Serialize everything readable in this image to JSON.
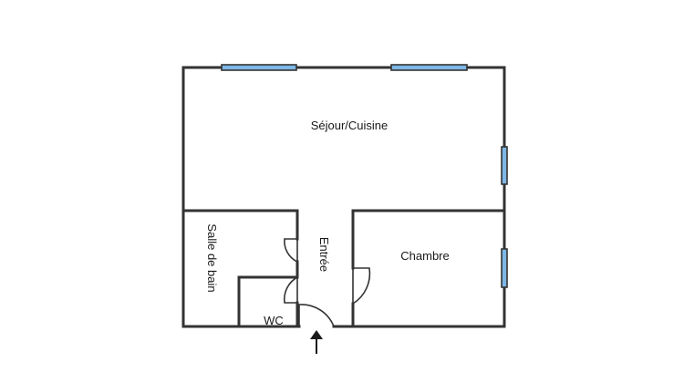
{
  "rooms": {
    "sejour": "Séjour/Cuisine",
    "chambre": "Chambre",
    "entree": "Entrée",
    "salle_de_bain": "Salle de bain",
    "wc": "WC"
  },
  "colors": {
    "wall": "#333333",
    "window": "#7db7e6",
    "background": "#ffffff"
  },
  "icons": {
    "entrance": "up-arrow-icon"
  }
}
